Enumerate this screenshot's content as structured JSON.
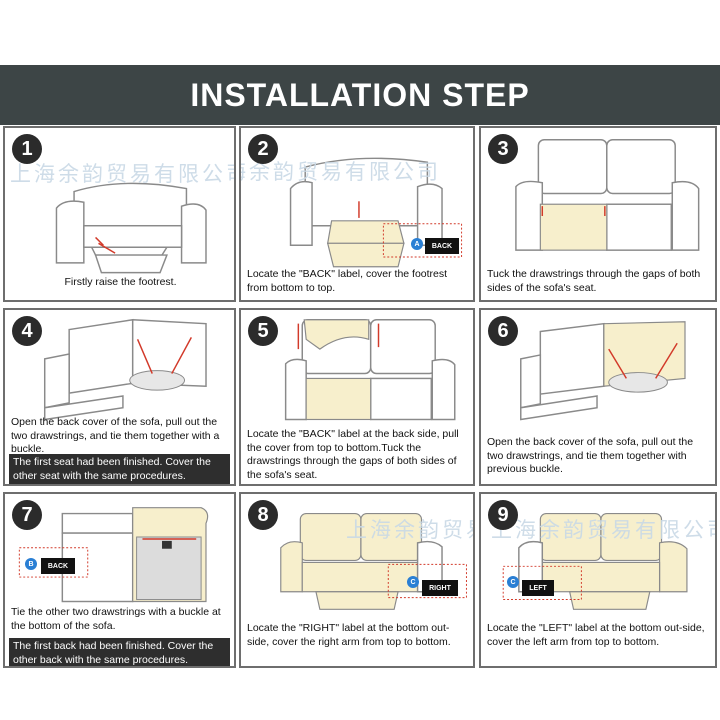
{
  "banner": {
    "title": "INSTALLATION STEP"
  },
  "watermark": "上海余韵贸易有限公司",
  "steps": [
    {
      "number": "1",
      "caption": "Firstly raise the footrest."
    },
    {
      "number": "2",
      "caption": "Locate the \"BACK\" label, cover the footrest from bottom to top.",
      "tag": "BACK",
      "badge": "A"
    },
    {
      "number": "3",
      "caption": "Tuck the drawstrings through the gaps of both sides of the sofa's seat."
    },
    {
      "number": "4",
      "caption": "Open the back cover of the sofa, pull out the two drawstrings, and tie them together with a buckle.",
      "note": "The first seat had been finished. Cover the other seat with the same procedures."
    },
    {
      "number": "5",
      "caption": "Locate the \"BACK\" label at the back side, pull the cover from top to bottom.Tuck the drawstrings through the gaps of both sides of the sofa's seat."
    },
    {
      "number": "6",
      "caption": "Open the back cover of the sofa, pull out the two drawstrings, and tie them together with previous buckle."
    },
    {
      "number": "7",
      "caption": "Tie the other two drawstrings with a buckle at the bottom of the sofa.",
      "note": "The first back had been finished. Cover the other back with the same procedures.",
      "tag": "BACK",
      "badge": "B"
    },
    {
      "number": "8",
      "caption": "Locate the \"RIGHT\" label at the bottom out-side, cover the right arm from top to bottom.",
      "tag": "RIGHT",
      "badge": "C"
    },
    {
      "number": "9",
      "caption": "Locate the \"LEFT\" label at the bottom out-side, cover the left arm from top to bottom.",
      "tag": "LEFT",
      "badge": "C"
    }
  ],
  "colors": {
    "banner": "#3d4546",
    "cover": "#f7efcc",
    "sofa_line": "#8a8a8a",
    "arrow": "#d23a2a",
    "watermark": "#c9d9e6"
  }
}
